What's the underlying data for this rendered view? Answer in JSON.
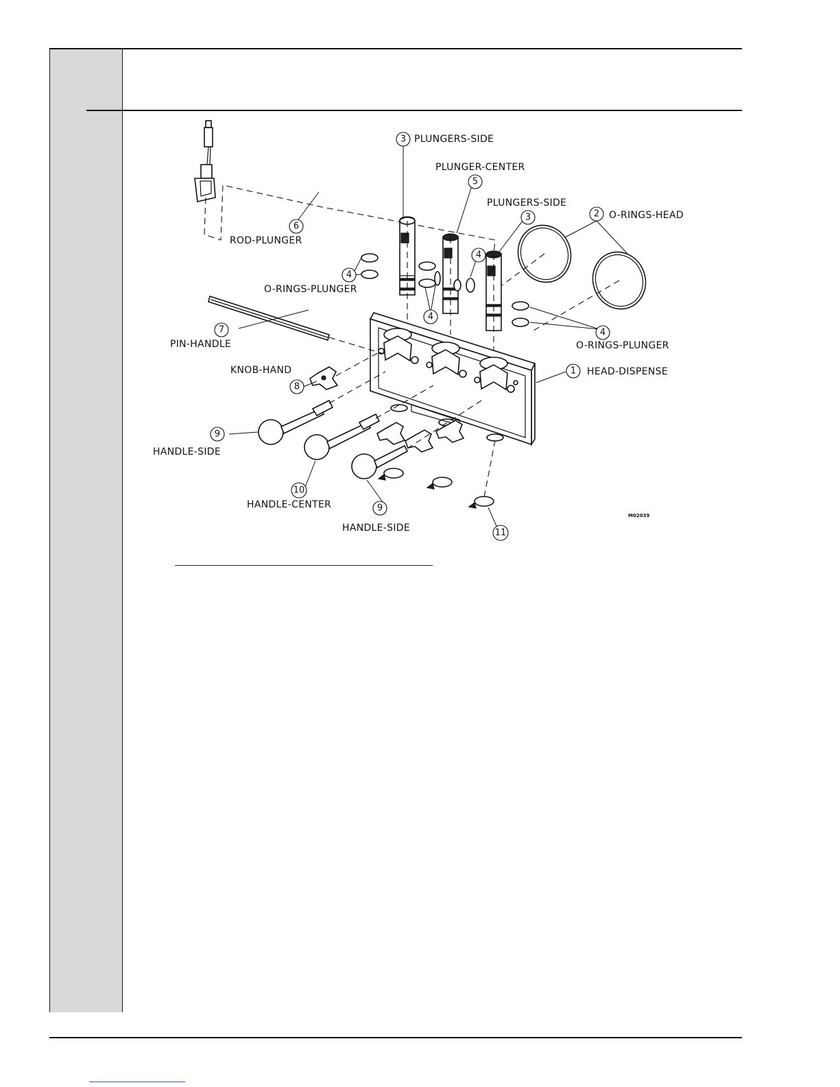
{
  "diagram": {
    "drawing_number": "M02039",
    "callouts": [
      {
        "id": "c1",
        "number": "1",
        "label": "HEAD-DISPENSE"
      },
      {
        "id": "c2",
        "number": "2",
        "label": "O-RINGS-HEAD"
      },
      {
        "id": "c3a",
        "number": "3",
        "label": "PLUNGERS-SIDE"
      },
      {
        "id": "c3b",
        "number": "3",
        "label": "PLUNGERS-SIDE"
      },
      {
        "id": "c4a",
        "number": "4",
        "label": "O-RINGS-PLUNGER"
      },
      {
        "id": "c4b",
        "number": "4",
        "label": ""
      },
      {
        "id": "c4c",
        "number": "4",
        "label": ""
      },
      {
        "id": "c4d",
        "number": "4",
        "label": "O-RINGS-PLUNGER"
      },
      {
        "id": "c5",
        "number": "5",
        "label": "PLUNGER-CENTER"
      },
      {
        "id": "c6",
        "number": "6",
        "label": "ROD-PLUNGER"
      },
      {
        "id": "c7",
        "number": "7",
        "label": "PIN-HANDLE"
      },
      {
        "id": "c8",
        "number": "8",
        "label": "KNOB-HAND"
      },
      {
        "id": "c9a",
        "number": "9",
        "label": "HANDLE-SIDE"
      },
      {
        "id": "c9b",
        "number": "9",
        "label": "HANDLE-SIDE"
      },
      {
        "id": "c10",
        "number": "10",
        "label": "HANDLE-CENTER"
      },
      {
        "id": "c11",
        "number": "11",
        "label": ""
      }
    ]
  },
  "colors": {
    "sidebar": "#d9d9d9",
    "line": "#111111",
    "footer_link": "#3355cc"
  }
}
